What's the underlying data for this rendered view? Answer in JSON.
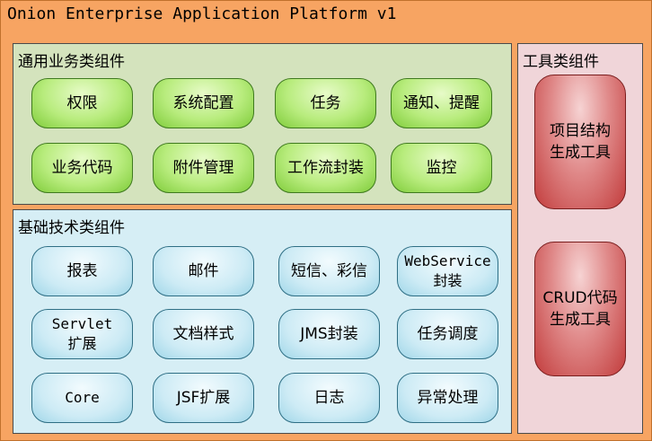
{
  "app_title": "Onion Enterprise Application Platform v1",
  "common_panel": {
    "title": "通用业务类组件",
    "items": [
      "权限",
      "系统配置",
      "任务",
      "通知、提醒",
      "业务代码",
      "附件管理",
      "工作流封装",
      "监控"
    ]
  },
  "base_panel": {
    "title": "基础技术类组件",
    "items": [
      "报表",
      "邮件",
      "短信、彩信",
      "WebService\n封装",
      "Servlet\n扩展",
      "文档样式",
      "JMS封装",
      "任务调度",
      "Core",
      "JSF扩展",
      "日志",
      "异常处理"
    ]
  },
  "tools_panel": {
    "title": "工具类组件",
    "items": [
      "项目结构\n生成工具",
      "CRUD代码\n生成工具"
    ]
  },
  "colors": {
    "background": "#f7a462",
    "common_panel": "#d4e3bd",
    "base_panel": "#d6eef5",
    "tools_panel": "#f0d5d9",
    "green_node": "#9ddc5a",
    "blue_node": "#cdebf5",
    "red_node": "#d96a6a"
  }
}
